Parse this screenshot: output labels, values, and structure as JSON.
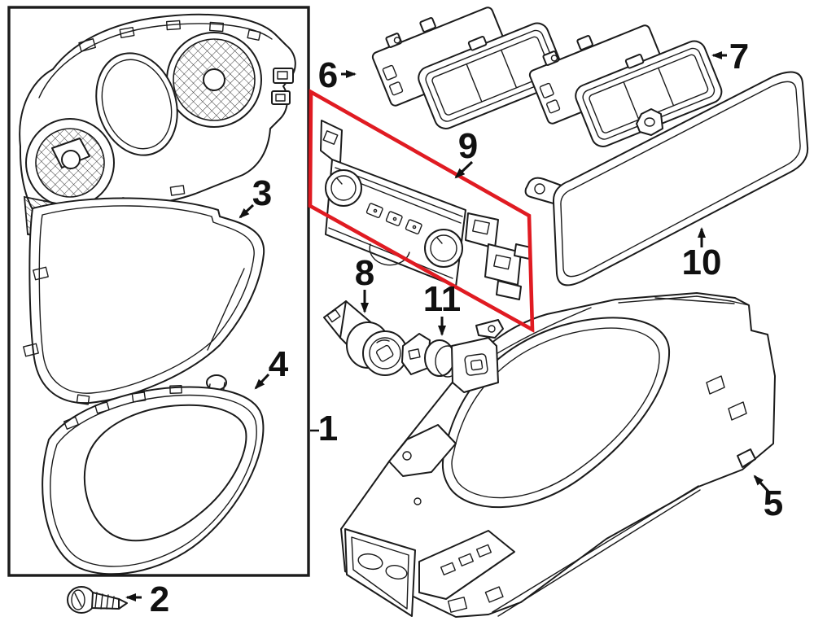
{
  "figure": {
    "background_color": "#ffffff",
    "line_color": "#1b1b1b",
    "highlight_color": "#e01b22",
    "callouts": [
      {
        "number": "1"
      },
      {
        "number": "2"
      },
      {
        "number": "3"
      },
      {
        "number": "4"
      },
      {
        "number": "5"
      },
      {
        "number": "6"
      },
      {
        "number": "7"
      },
      {
        "number": "8"
      },
      {
        "number": "9"
      },
      {
        "number": "10"
      },
      {
        "number": "11"
      }
    ]
  }
}
